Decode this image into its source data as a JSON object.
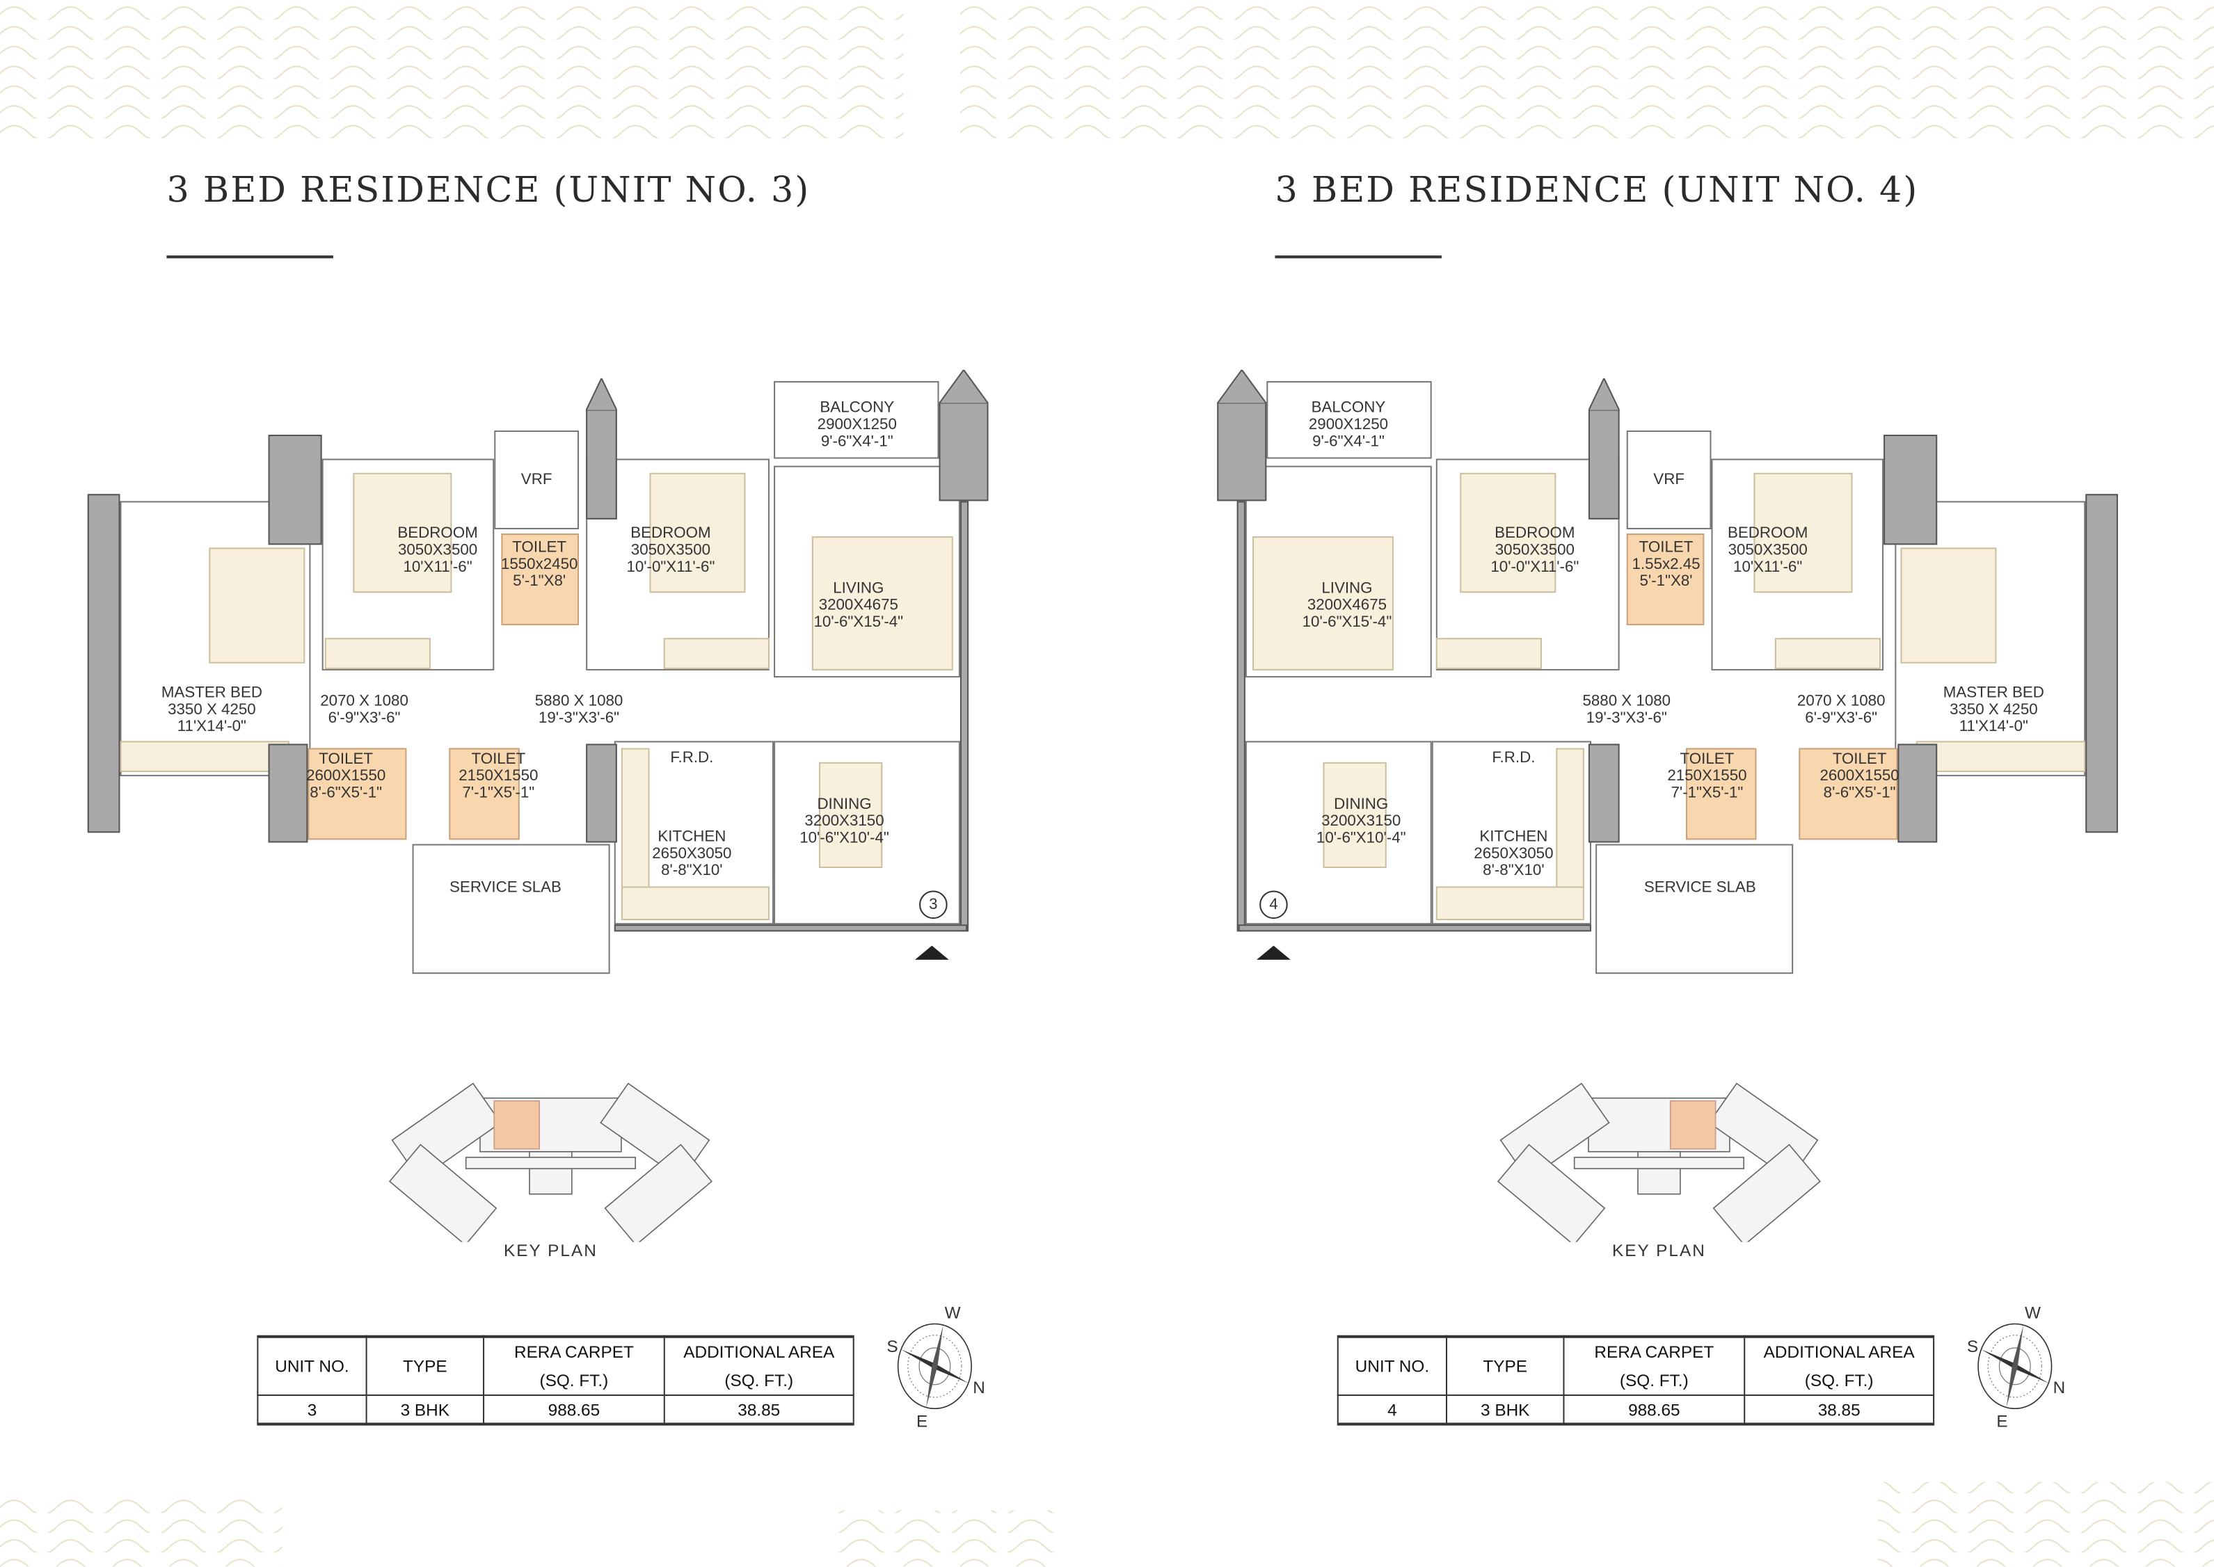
{
  "units": [
    {
      "title": "3 BED RESIDENCE (UNIT NO. 3)",
      "entrance_no": "3",
      "rooms": {
        "master_bed": [
          "MASTER BED",
          "3350 X 4250",
          "11'X14'-0\""
        ],
        "bedroom_a": [
          "BEDROOM",
          "3050X3500",
          "10'X11'-6\""
        ],
        "toilet_top": [
          "TOILET",
          "1550x2450",
          "5'-1\"X8'"
        ],
        "bedroom_b": [
          "BEDROOM",
          "3050X3500",
          "10'-0\"X11'-6\""
        ],
        "balcony": [
          "BALCONY",
          "2900X1250",
          "9'-6\"X4'-1\""
        ],
        "living": [
          "LIVING",
          "3200X4675",
          "10'-6\"X15'-4\""
        ],
        "passage_a": [
          "2070 X 1080",
          "6'-9\"X3'-6\""
        ],
        "passage_b": [
          "5880 X 1080",
          "19'-3\"X3'-6\""
        ],
        "toilet_m": [
          "TOILET",
          "2600X1550",
          "8'-6\"X5'-1\""
        ],
        "toilet_c": [
          "TOILET",
          "2150X1550",
          "7'-1\"X5'-1\""
        ],
        "frd": [
          "F.R.D."
        ],
        "kitchen": [
          "KITCHEN",
          "2650X3050",
          "8'-8\"X10'"
        ],
        "dining": [
          "DINING",
          "3200X3150",
          "10'-6\"X10'-4\""
        ],
        "service": [
          "SERVICE SLAB"
        ],
        "vrf": [
          "VRF"
        ]
      },
      "key_plan_label": "KEY PLAN",
      "table": {
        "headers": [
          "UNIT NO.",
          "TYPE",
          "RERA CARPET\n(SQ. FT.)",
          "ADDITIONAL AREA\n(SQ. FT.)"
        ],
        "row": [
          "3",
          "3 BHK",
          "988.65",
          "38.85"
        ]
      }
    },
    {
      "title": "3 BED RESIDENCE (UNIT NO. 4)",
      "entrance_no": "4",
      "rooms": {
        "master_bed": [
          "MASTER BED",
          "3350 X 4250",
          "11'X14'-0\""
        ],
        "bedroom_a": [
          "BEDROOM",
          "3050X3500",
          "10'X11'-6\""
        ],
        "toilet_top": [
          "TOILET",
          "1.55x2.45",
          "5'-1\"X8'"
        ],
        "bedroom_b": [
          "BEDROOM",
          "3050X3500",
          "10'-0\"X11'-6\""
        ],
        "balcony": [
          "BALCONY",
          "2900X1250",
          "9'-6\"X4'-1\""
        ],
        "living": [
          "LIVING",
          "3200X4675",
          "10'-6\"X15'-4\""
        ],
        "passage_a": [
          "2070 X 1080",
          "6'-9\"X3'-6\""
        ],
        "passage_b": [
          "5880 X 1080",
          "19'-3\"X3'-6\""
        ],
        "toilet_m": [
          "TOILET",
          "2600X1550",
          "8'-6\"X5'-1\""
        ],
        "toilet_c": [
          "TOILET",
          "2150X1550",
          "7'-1\"X5'-1\""
        ],
        "frd": [
          "F.R.D."
        ],
        "kitchen": [
          "KITCHEN",
          "2650X3050",
          "8'-8\"X10'"
        ],
        "dining": [
          "DINING",
          "3200X3150",
          "10'-6\"X10'-4\""
        ],
        "service": [
          "SERVICE SLAB"
        ],
        "vrf": [
          "VRF"
        ]
      },
      "key_plan_label": "KEY PLAN",
      "table": {
        "headers": [
          "UNIT NO.",
          "TYPE",
          "RERA CARPET\n(SQ. FT.)",
          "ADDITIONAL AREA\n(SQ. FT.)"
        ],
        "row": [
          "4",
          "3 BHK",
          "988.65",
          "38.85"
        ]
      }
    }
  ],
  "compass": {
    "w": "W",
    "s": "S",
    "n": "N",
    "e": "E"
  },
  "colors": {
    "wall": "#a9a9a9",
    "wet": "#f8d6ae",
    "furniture": "#f7f0dc",
    "highlight": "#f3c6a4",
    "wave": "#e8e2c8"
  }
}
